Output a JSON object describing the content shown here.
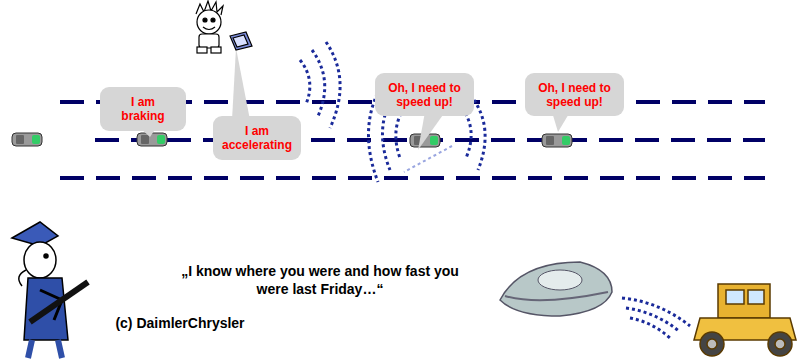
{
  "diagram": {
    "nodes": [
      {
        "text": [
          "I am braking"
        ]
      },
      {
        "text": [
          "I am accelerating"
        ]
      },
      {
        "text": [
          "Oh, I need to speed up!"
        ]
      },
      {
        "text": [
          "Oh, I need to speed up!"
        ]
      }
    ],
    "labels": [
      "„I know where you were and how fast you were last Friday…“",
      "(c) DaimlerChrysler"
    ]
  }
}
